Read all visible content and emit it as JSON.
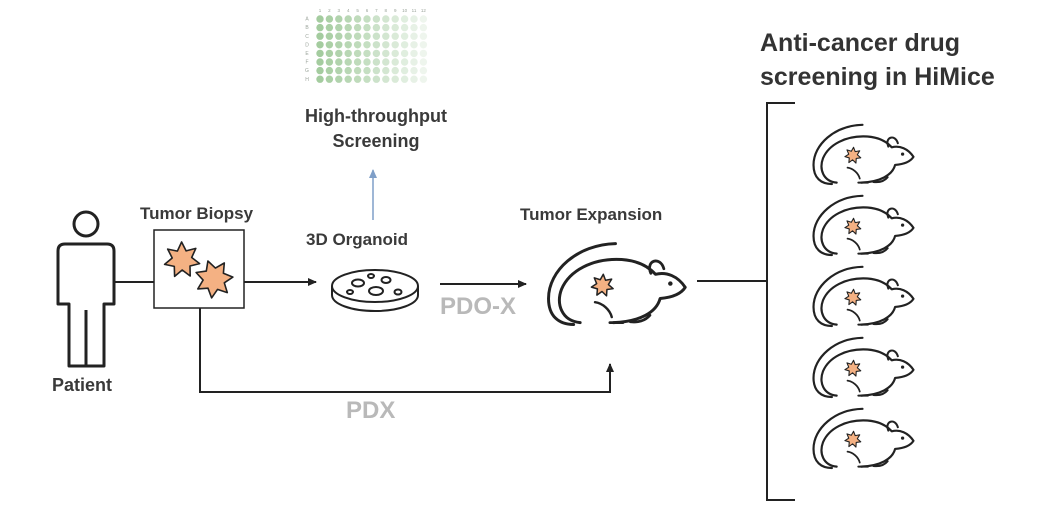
{
  "title": "Anti-cancer drug screening in HiMice",
  "labels": {
    "patient": "Patient",
    "tumor_biopsy": "Tumor Biopsy",
    "organoid": "3D Organoid",
    "hts": "High-throughput Screening",
    "tumor_expansion": "Tumor Expansion",
    "pdox": "PDO-X",
    "pdx": "PDX"
  },
  "plate": {
    "columns": [
      "1",
      "2",
      "3",
      "4",
      "5",
      "6",
      "7",
      "8",
      "9",
      "10",
      "11",
      "12"
    ],
    "rows": [
      "A",
      "B",
      "C",
      "D",
      "E",
      "F",
      "G",
      "H"
    ]
  },
  "colors": {
    "stroke": "#222222",
    "tumor_fill": "#f4b183",
    "arrow_blue": "#7f9fc8",
    "label_grey": "#b9b9b9",
    "well_green": "#9fc99a"
  },
  "screening_mice_count": 5
}
